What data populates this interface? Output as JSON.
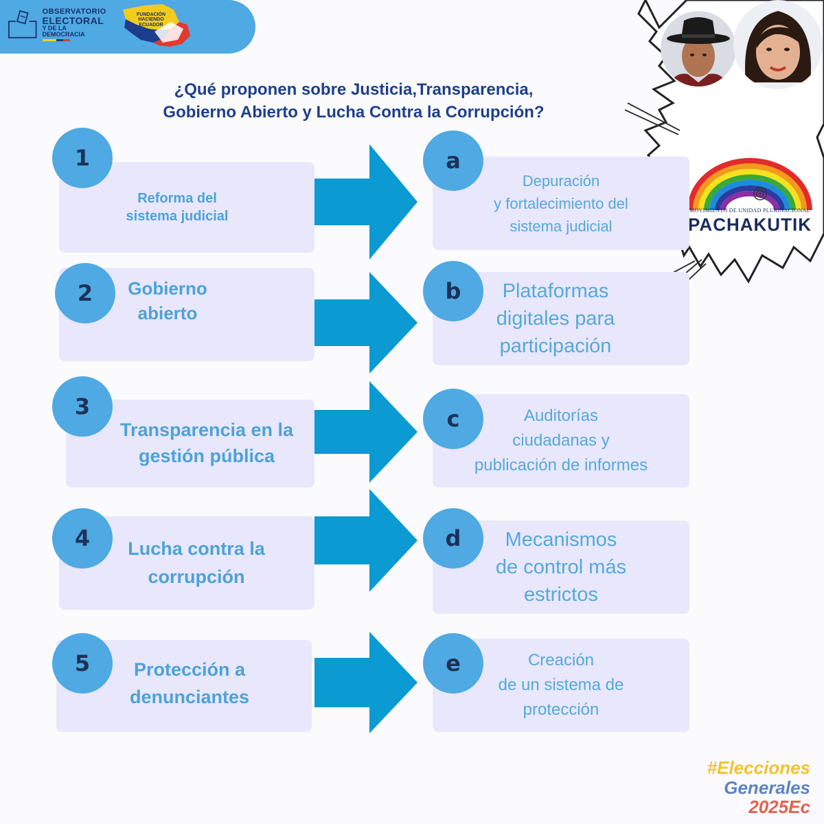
{
  "header": {
    "observatorio": {
      "line1": "OBSERVATORIO",
      "line2": "ELECTORAL",
      "line3": "Y DE LA DEMOCRACIA"
    },
    "fundacion": {
      "line1": "FUNDACIÓN",
      "line2": "HACIENDO",
      "line3": "ECUADOR"
    }
  },
  "title": {
    "line1": "¿Qué proponen sobre Justicia,Transparencia,",
    "line2": "Gobierno Abierto y Lucha Contra la Corrupción?"
  },
  "topics": [
    {
      "number": "1",
      "label_line1": "Reforma del",
      "label_line2": "sistema judicial",
      "letter": "a",
      "result_line1": "Depuración",
      "result_line2": "y fortalecimiento del",
      "result_line3": "sistema judicial"
    },
    {
      "number": "2",
      "label_line1": "Gobierno",
      "label_line2": "abierto",
      "letter": "b",
      "result_line1": "Plataformas",
      "result_line2": "digitales para",
      "result_line3": "participación"
    },
    {
      "number": "3",
      "label_line1": "Transparencia en la",
      "label_line2": "gestión pública",
      "letter": "c",
      "result_line1": "Auditorías",
      "result_line2": "ciudadanas y",
      "result_line3": "publicación de informes"
    },
    {
      "number": "4",
      "label_line1": "Lucha contra la",
      "label_line2": "corrupción",
      "letter": "d",
      "result_line1": "Mecanismos",
      "result_line2": "de control más",
      "result_line3": "estrictos"
    },
    {
      "number": "5",
      "label_line1": "Protección a",
      "label_line2": "denunciantes",
      "letter": "e",
      "result_line1": "Creación",
      "result_line2": "de un sistema de",
      "result_line3": "protección"
    }
  ],
  "party": {
    "subtitle": "MOVIMIENTO DE UNIDAD PLURINACIONAL",
    "name": "PACHAKUTIK"
  },
  "hashtag": {
    "line1": "#Elecciones",
    "line2": "Generales",
    "line3": "2025Ec"
  },
  "colors": {
    "accent_blue": "#4fa9e3",
    "arrow_blue": "#0b9ad2",
    "box_fill": "#e8e7fb",
    "title_navy": "#1d3f8c",
    "hashtag_yellow": "#f2c230",
    "hashtag_blue": "#5c83c4",
    "hashtag_red": "#e5604f"
  }
}
